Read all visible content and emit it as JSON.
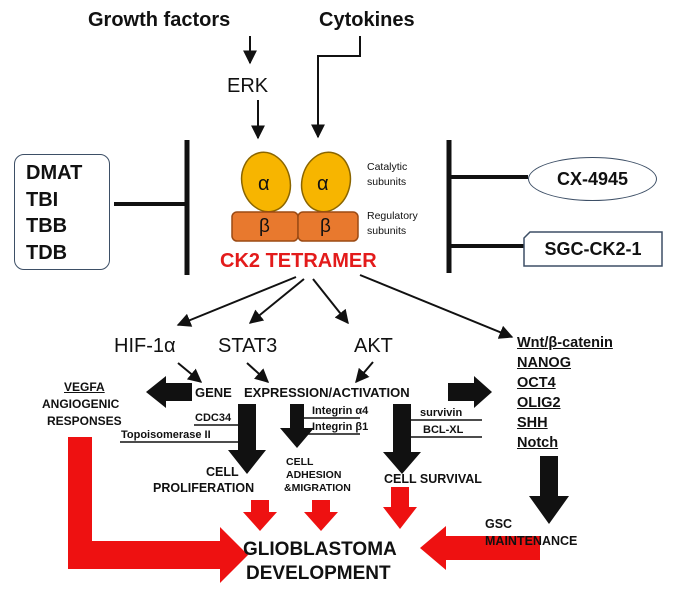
{
  "inputs": {
    "growth_factors": "Growth factors",
    "cytokines": "Cytokines",
    "erk": "ERK"
  },
  "ck2": {
    "alpha": "α",
    "beta": "β",
    "catalytic_line1": "Catalytic",
    "catalytic_line2": "subunits",
    "regulatory_line1": "Regulatory",
    "regulatory_line2": "subunits",
    "tetramer_label": "CK2 TETRAMER"
  },
  "inhibitors_left": [
    "DMAT",
    "TBI",
    "TBB",
    "TDB"
  ],
  "inhibitors_right": {
    "cx": "CX-4945",
    "sgc": "SGC-CK2-1"
  },
  "targets": {
    "hif": "HIF-1α",
    "stat3": "STAT3",
    "akt": "AKT"
  },
  "wnt_genes": [
    "Wnt/β-catenin",
    "NANOG",
    "OCT4",
    "OLIG2",
    "SHH",
    "Notch"
  ],
  "center": {
    "gene": "GENE",
    "expression": "EXPRESSION/ACTIVATION"
  },
  "left_branch": {
    "vegfa": "VEGFA",
    "angiogenic": "ANGIOGENIC",
    "responses": "RESPONSES"
  },
  "proliferation": {
    "cdc34": "CDC34",
    "topo": "Topoisomerase II",
    "cell": "CELL",
    "prolif": "PROLIFERATION"
  },
  "adhesion": {
    "int_a4": "Integrin α4",
    "int_b1": "Integrin β1",
    "cell": "CELL",
    "adh": "ADHESION",
    "mig": "&MIGRATION"
  },
  "survival": {
    "survivin": "survivin",
    "bclxl": "BCL-XL",
    "cell_survival": "CELL SURVIVAL"
  },
  "gsc": {
    "line1": "GSC",
    "line2": "MAINTENANCE"
  },
  "outcome": {
    "line1": "GLIOBLASTOMA",
    "line2": "DEVELOPMENT"
  },
  "colors": {
    "alpha_fill": "#f7b500",
    "beta_fill": "#e8792e",
    "tetramer_red": "#e31b1b",
    "red_arrow": "#ee1111",
    "box_border": "#3d4f66"
  }
}
